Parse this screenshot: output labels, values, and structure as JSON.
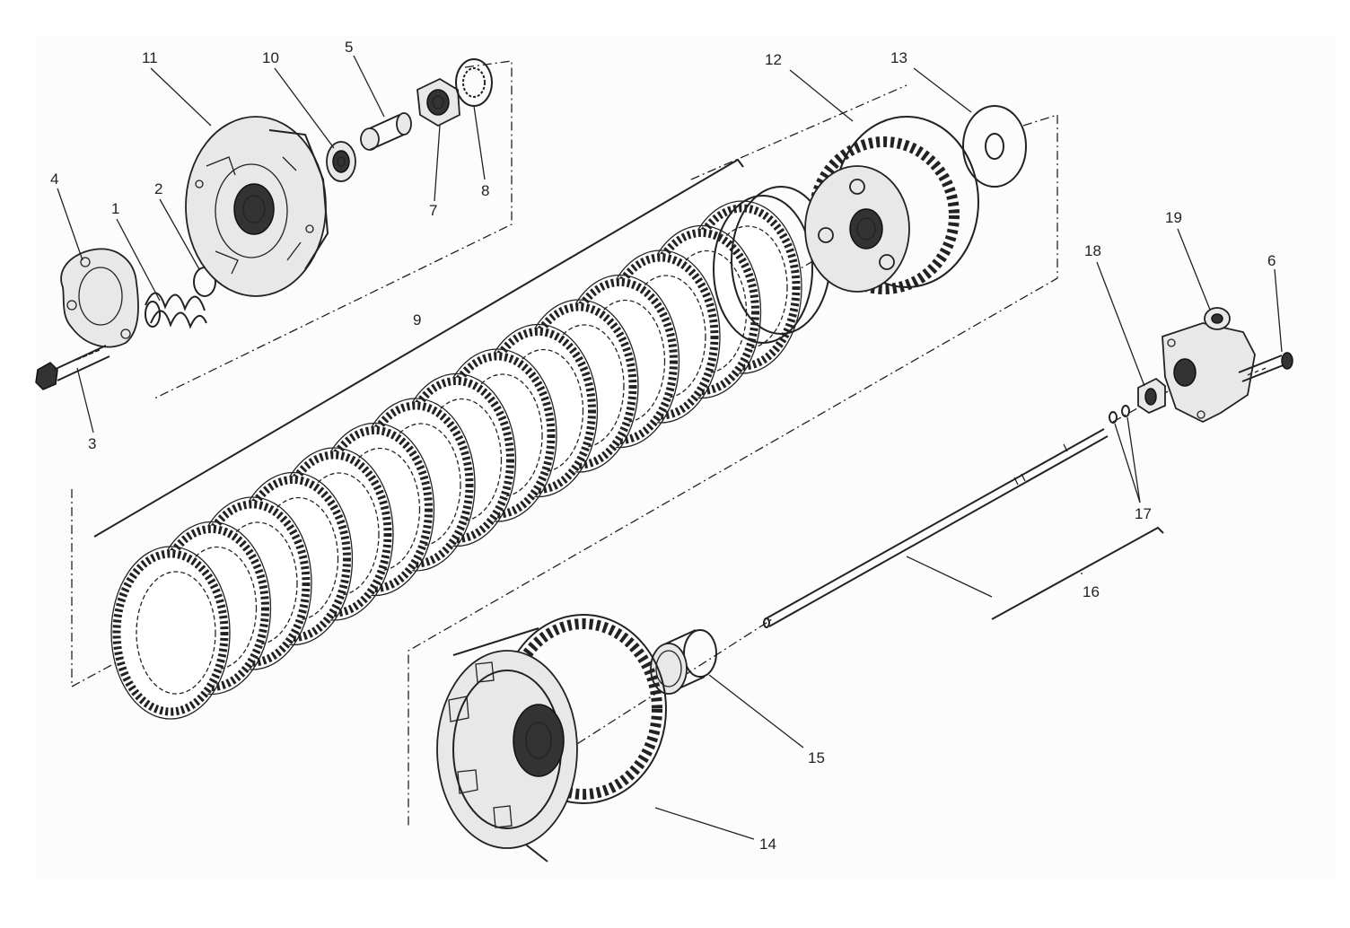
{
  "diagram": {
    "labels": {
      "p1": "1",
      "p2": "2",
      "p3": "3",
      "p4": "4",
      "p5": "5",
      "p6": "6",
      "p7": "7",
      "p8": "8",
      "p9": "9",
      "p10": "10",
      "p11": "11",
      "p12": "12",
      "p13": "13",
      "p14": "14",
      "p15": "15",
      "p16": "16",
      "p17": "17",
      "p18": "18",
      "p19": "19"
    }
  }
}
